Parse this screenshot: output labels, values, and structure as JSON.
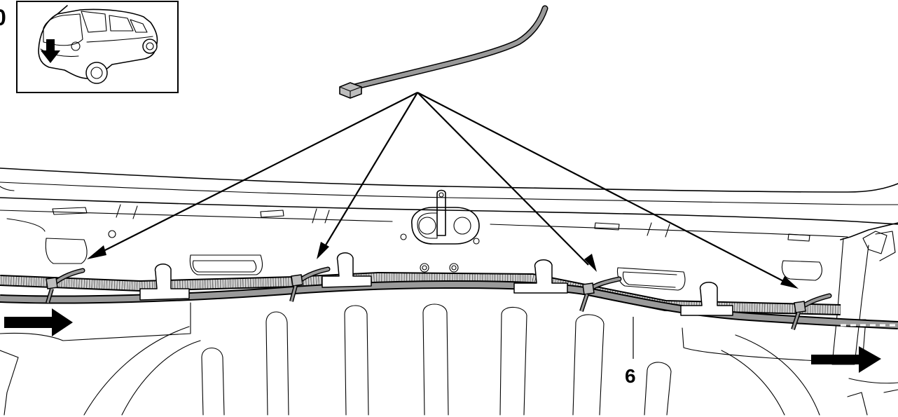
{
  "figure": {
    "callouts": [
      {
        "id": "harness",
        "text": "6"
      }
    ],
    "step_number_fragment": "0"
  },
  "colors": {
    "line": "#000000",
    "harness_fill": "#9a9a9a",
    "harness_tape": "#d9d9d9",
    "background": "#ffffff"
  },
  "icons": {
    "inset": "car-rear-view-icon",
    "tie": "cable-tie-icon",
    "direction": "direction-arrow-icon"
  }
}
